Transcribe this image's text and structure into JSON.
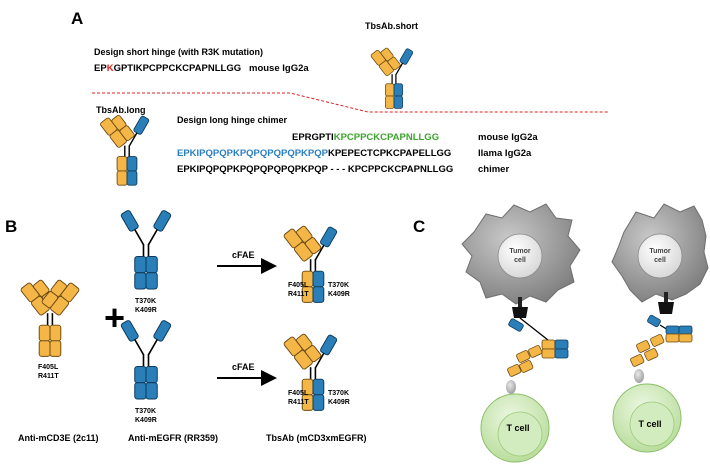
{
  "panels": {
    "a": "A",
    "b": "B",
    "c": "C"
  },
  "panel_a": {
    "tbsab_short_label": "TbsAb.short",
    "tbsab_long_label": "TbsAb.long",
    "short_hinge_title": "Design short hinge (with R3K mutation)",
    "short_seq": {
      "pre": "EP",
      "mut": "K",
      "post": "GPTIKPCPPCKCPAPNLLGG",
      "species": "mouse IgG2a"
    },
    "long_hinge_title": "Design long hinge chimer",
    "long_rows": [
      {
        "part1": "EPRGPTI",
        "part2": "KPCPPCKCPAPNLLGG",
        "species": "mouse IgG2a"
      },
      {
        "part1": "EPKIPQPQPKPQPQPQPQPKPQP",
        "part2": "KPEPECTCPKCPAPELLGG",
        "species": "llama  IgG2a"
      },
      {
        "part1": "EPKIPQPQPKPQPQPQPQPKPQP - - - KPCPPCKCPAPNLLGG",
        "part2": "",
        "species": "chimer"
      }
    ]
  },
  "panel_b": {
    "mut_f405l": "F405L",
    "mut_r411t": "R411T",
    "mut_t370k": "T370K",
    "mut_k409r": "K409R",
    "plus": "+",
    "arrow_label": "cFAE",
    "caption_cd3": "Anti-mCD3E (2c11)",
    "caption_egfr": "Anti-mEGFR (RR359)",
    "caption_tbsab": "TbsAb (mCD3xmEGFR)"
  },
  "panel_c": {
    "tumor_label_1": "Tumor",
    "tumor_label_2": "cell",
    "tcell_label": "T cell"
  },
  "colors": {
    "orange": "#f5b648",
    "blue": "#2a7fb8",
    "mutation_red": "#e32222",
    "seq_green": "#3aa52a",
    "seq_blue": "#2a7fc0",
    "divider_red": "#e02020",
    "tcell_green": "#c8e6b0",
    "tumor_gray": "#9a9a9a"
  }
}
